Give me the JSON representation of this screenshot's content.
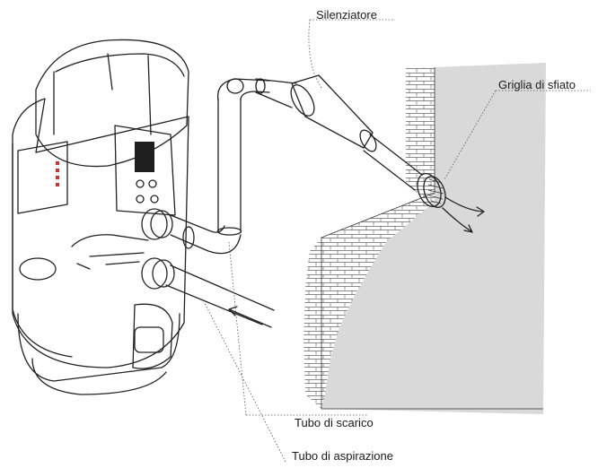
{
  "labels": {
    "silencer": "Silenziatore",
    "vent_grille": "Griglia di sfiato",
    "exhaust_pipe": "Tubo  di scarico",
    "suction_pipe": "Tubo di aspirazione"
  },
  "colors": {
    "line": "#222222",
    "wall_face": "#d9d9d9",
    "unit_panel": "#1e1e1e",
    "indicator": "#d0312d"
  },
  "icons": [
    "hand-icon",
    "airflow-arrow-icon"
  ]
}
